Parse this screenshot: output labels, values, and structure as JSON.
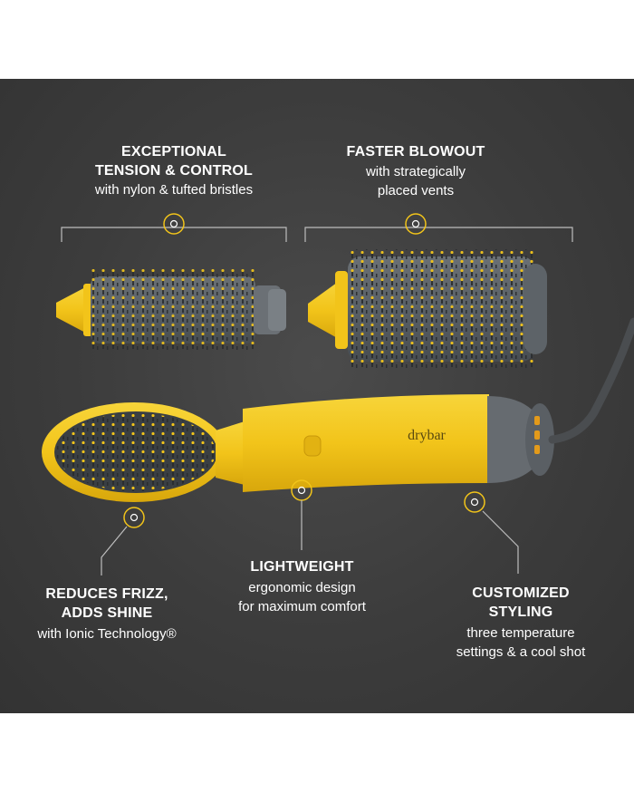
{
  "callouts": {
    "tension": {
      "title_line1": "EXCEPTIONAL",
      "title_line2": "TENSION & CONTROL",
      "desc_line1": "with nylon & tufted bristles"
    },
    "blowout": {
      "title_line1": "FASTER BLOWOUT",
      "desc_line1": "with strategically",
      "desc_line2": "placed vents"
    },
    "frizz": {
      "title_line1": "REDUCES FRIZZ,",
      "title_line2": "ADDS SHINE",
      "desc_line1": "with Ionic Technology®"
    },
    "lightweight": {
      "title_line1": "LIGHTWEIGHT",
      "desc_line1": "ergonomic design",
      "desc_line2": "for maximum comfort"
    },
    "styling": {
      "title_line1": "CUSTOMIZED",
      "title_line2": "STYLING",
      "desc_line1": "three temperature",
      "desc_line2": "settings & a cool shot"
    }
  },
  "product": {
    "brand_label": "drybar"
  },
  "colors": {
    "background": "#3c3c3c",
    "accent_yellow": "#f2c41a",
    "barrel_gray": "#5b6166",
    "text": "#ffffff",
    "line": "#bdbdbd"
  }
}
